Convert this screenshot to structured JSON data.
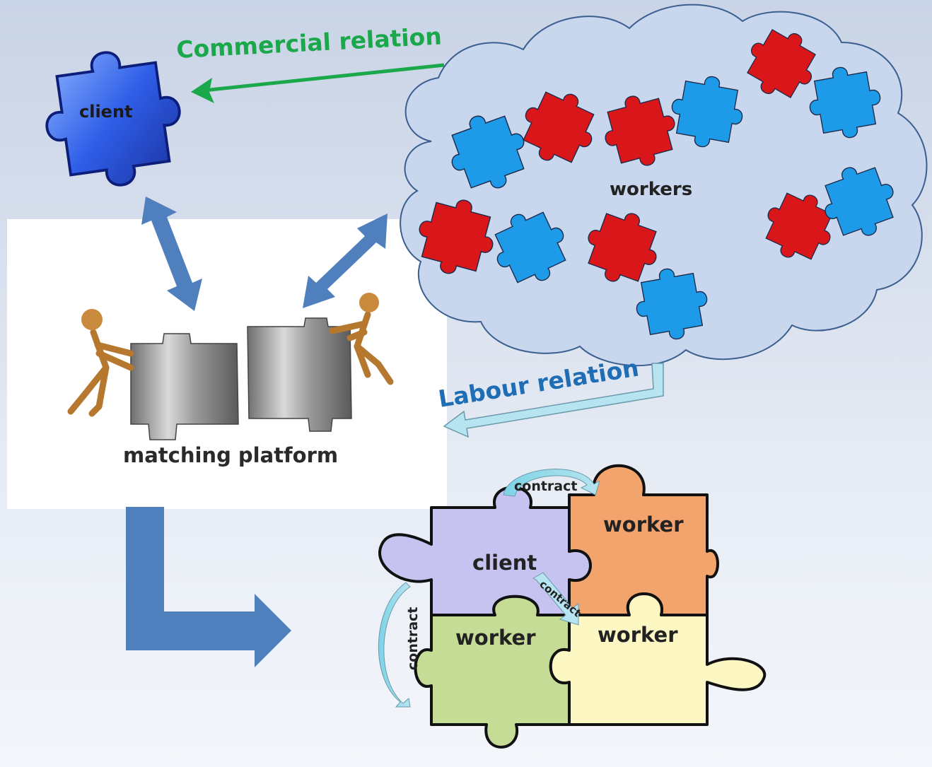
{
  "diagram": {
    "commercial_relation": "Commercial relation",
    "labour_relation": "Labour relation",
    "client_top": "client",
    "workers_cloud": "workers",
    "matching_platform": "matching platform",
    "contract_top": "contract",
    "contract_diag": "contract",
    "contract_left": "contract",
    "client_bottom": "client",
    "worker_orange": "worker",
    "worker_green": "worker",
    "worker_yellow": "worker"
  },
  "colors": {
    "commercial": "#1aa84b",
    "labour_text": "#1f6db4",
    "arrow_blue": "#4f80bd",
    "puzzle_red": "#d9171a",
    "puzzle_blue": "#1e9be8",
    "purple": "#c7c3f0",
    "orange": "#f3a46d",
    "green": "#c5dc97",
    "yellow": "#fdf7c3"
  }
}
